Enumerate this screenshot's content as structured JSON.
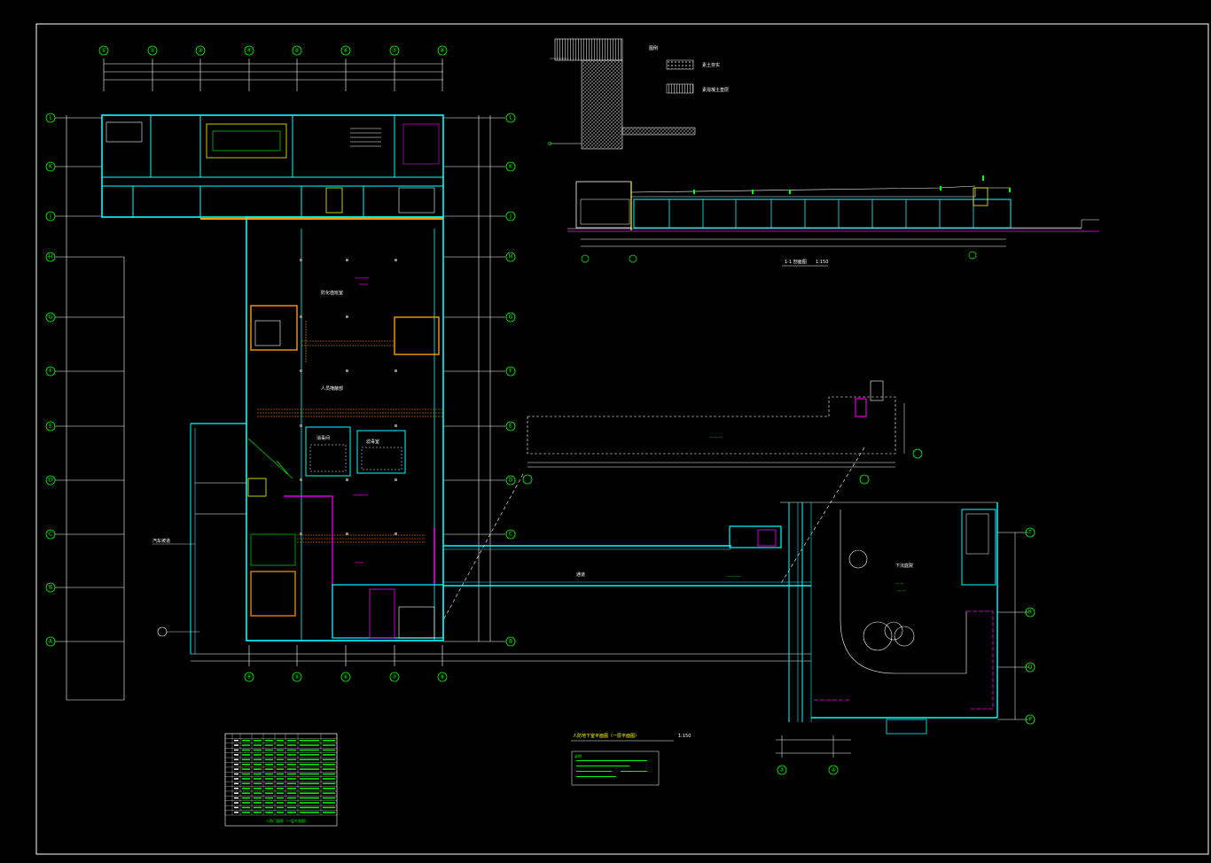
{
  "drawing": {
    "plan_title": "人防地下室平面图（一层平面图）",
    "plan_scale": "1:150",
    "section_title": "1-1 剖面图",
    "section_scale": "1:150",
    "legend_title": "图例",
    "legend_items": [
      "素土夯实",
      "素混凝土垫层"
    ],
    "note_label": "说明",
    "schedule_caption": "人防门窗表（一层平面图）"
  },
  "axes": {
    "top": [
      "①",
      "②",
      "③",
      "④",
      "⑤",
      "⑥",
      "⑦",
      "⑧"
    ],
    "bottom": [
      "④",
      "⑤",
      "⑥",
      "⑦",
      "⑧"
    ],
    "left": [
      "L",
      "K",
      "J",
      "H",
      "G",
      "F",
      "E",
      "D",
      "C",
      "B",
      "A"
    ],
    "right_main": [
      "L",
      "K",
      "J",
      "H",
      "G",
      "F",
      "E",
      "D",
      "C",
      "B"
    ],
    "east_right": [
      "T",
      "R",
      "Q",
      "P"
    ],
    "east_bottom": [
      "②",
      "③"
    ]
  },
  "rooms": {
    "hall_a": "防化值班室",
    "hall_b": "人员掩蔽部",
    "center_room_1": "消毒间",
    "center_room_2": "滤毒室",
    "corridor": "通道",
    "garden": "下沉庭院",
    "ramp": "汽车坡道"
  }
}
